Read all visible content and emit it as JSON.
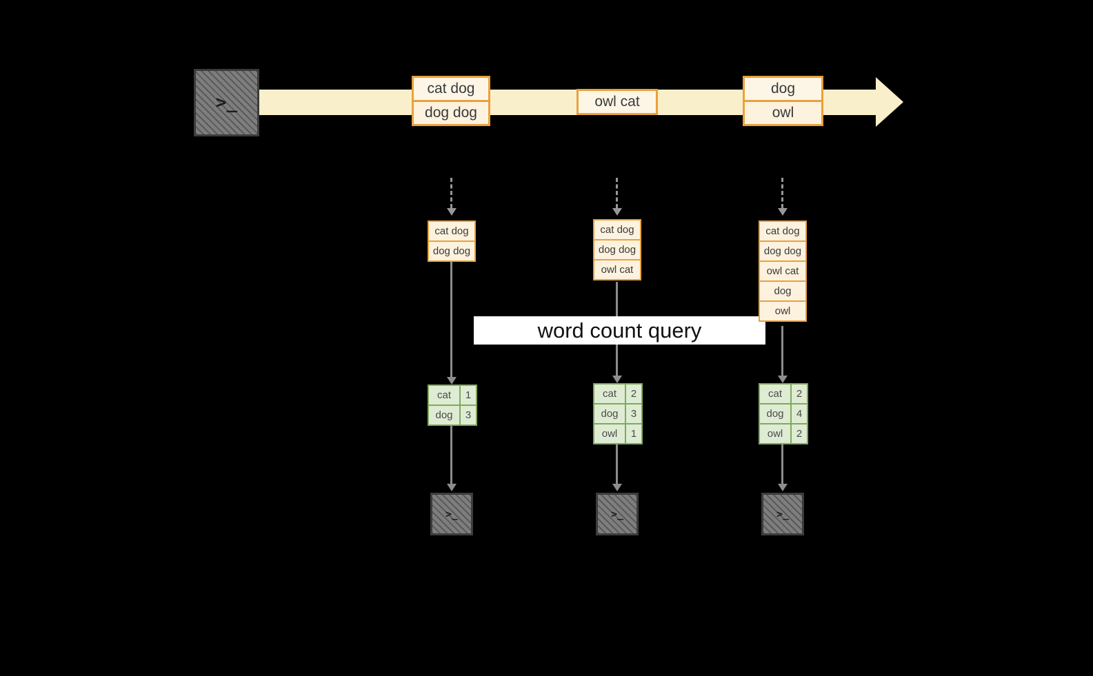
{
  "icons": {
    "terminal_prompt": ">_"
  },
  "colors": {
    "background": "#000000",
    "stream_band": "#FAEFCB",
    "event_border": "#E9A13B",
    "event_fill": "#FCF2DE",
    "table_border": "#7FA95C",
    "table_fill": "#DFECD4",
    "arrow_gray": "#8d8d8d",
    "banner_bg": "#ffffff"
  },
  "stream": {
    "events": [
      {
        "rows": [
          "cat dog",
          "dog dog"
        ]
      },
      {
        "rows": [
          "owl cat"
        ]
      },
      {
        "rows": [
          "dog",
          "owl"
        ]
      }
    ]
  },
  "buffers": [
    {
      "rows": [
        "cat dog",
        "dog dog"
      ]
    },
    {
      "rows": [
        "cat dog",
        "dog dog",
        "owl cat"
      ]
    },
    {
      "rows": [
        "cat dog",
        "dog dog",
        "owl cat",
        "dog",
        "owl"
      ]
    }
  ],
  "query_label": "word count query",
  "tables": [
    {
      "rows": [
        [
          "cat",
          "1"
        ],
        [
          "dog",
          "3"
        ]
      ]
    },
    {
      "rows": [
        [
          "cat",
          "2"
        ],
        [
          "dog",
          "3"
        ],
        [
          "owl",
          "1"
        ]
      ]
    },
    {
      "rows": [
        [
          "cat",
          "2"
        ],
        [
          "dog",
          "4"
        ],
        [
          "owl",
          "2"
        ]
      ]
    }
  ]
}
